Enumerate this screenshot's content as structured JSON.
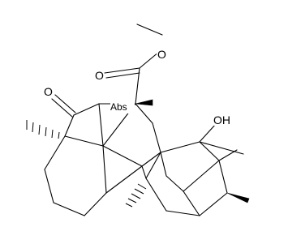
{
  "structure": {
    "atom_labels": {
      "ester_oxygen": "O",
      "carbonyl_oxygen_ester": "O",
      "ketone_oxygen": "O",
      "hydroxyl": "OH",
      "stereo_flag": "Abs"
    }
  }
}
